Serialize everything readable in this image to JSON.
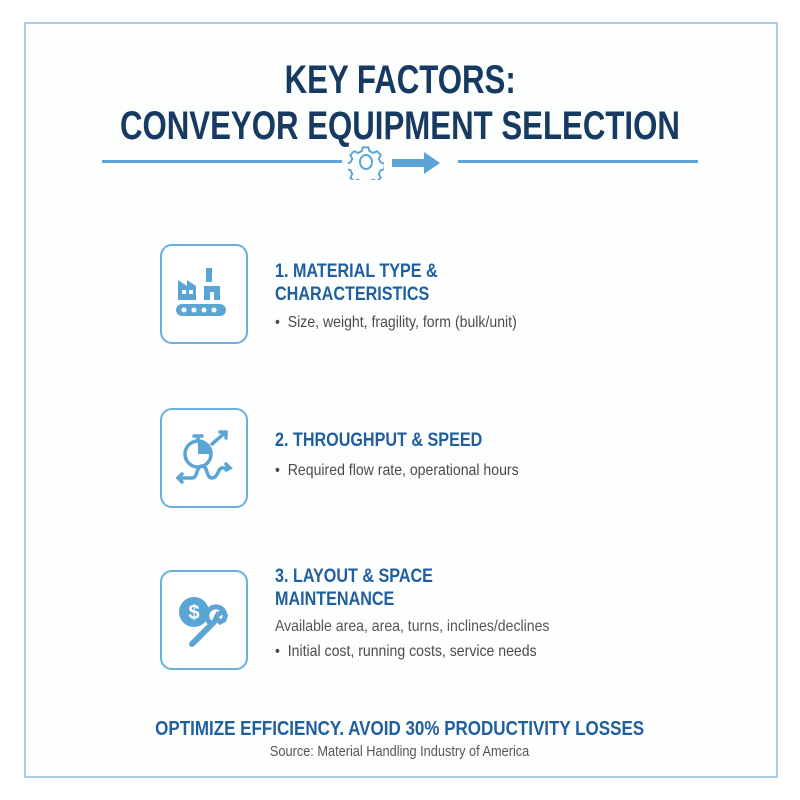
{
  "title": {
    "line1": "KEY FACTORS:",
    "line2": "CONVEYOR EQUIPMENT SELECTION"
  },
  "divider_icons": [
    "gear-icon",
    "arrow-right-icon"
  ],
  "factors": [
    {
      "heading_line1": "1. MATERIAL TYPE &",
      "heading_line2": "CHARACTERISTICS",
      "bullets": [
        "Size, weight, fragility, form (bulk/unit)"
      ],
      "icon": "factory-conveyor-icon"
    },
    {
      "heading_line1": "2. THROUGHPUT & SPEED",
      "bullets": [
        "Required flow rate, operational hours"
      ],
      "icon": "stopwatch-flow-icon"
    },
    {
      "heading_line1": "3. LAYOUT & SPACE",
      "heading_line2": "MAINTENANCE",
      "overlap_text": "Available area, area, turns, inclines/declines",
      "bullets": [
        "Initial cost, running costs, service needs"
      ],
      "icon": "dollar-wrench-icon"
    }
  ],
  "footer": {
    "tagline": "OPTIMIZE EFFICIENCY. AVOID 30% PRODUCTIVITY LOSSES",
    "source": "Source: Material Handling Industry of America"
  },
  "colors": {
    "title": "#173a62",
    "accent": "#5aa5d6",
    "heading": "#1f5f9f",
    "body": "#4a4a4a"
  }
}
